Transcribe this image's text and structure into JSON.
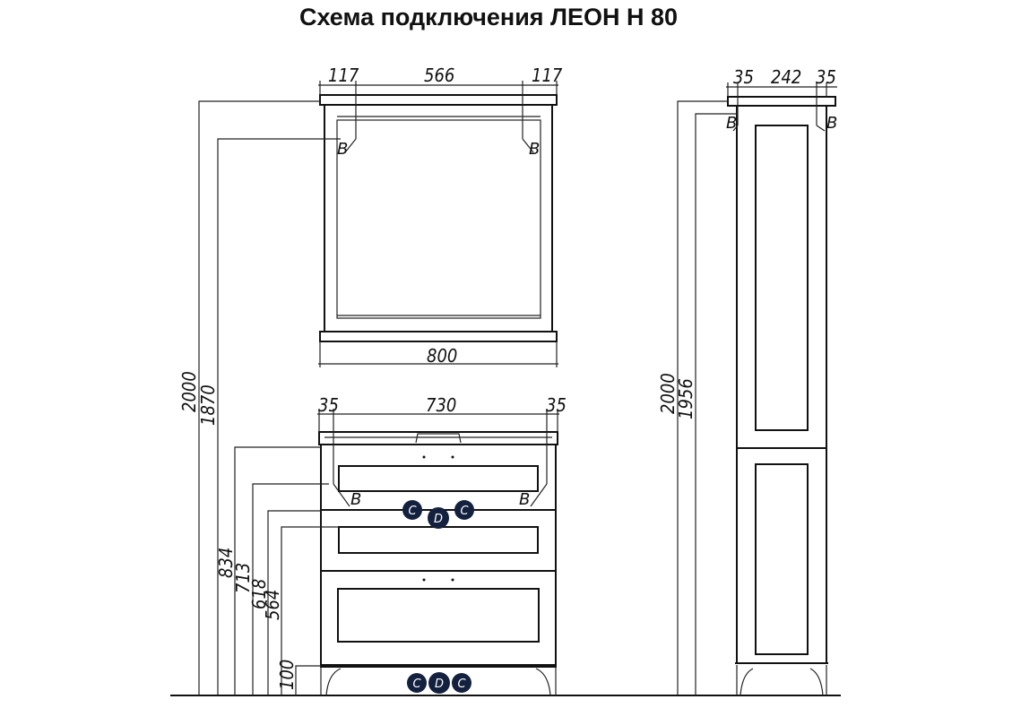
{
  "title": "Схема подключения ЛЕОН Н 80",
  "mirror": {
    "dims_top": [
      "117",
      "566",
      "117"
    ],
    "width": "800",
    "mount_marks": [
      "B",
      "B"
    ]
  },
  "vanity": {
    "dims_top": [
      "35",
      "730",
      "35"
    ],
    "mount_marks": [
      "B",
      "B"
    ],
    "connections_upper": [
      "C",
      "D",
      "C"
    ],
    "connections_lower": [
      "C",
      "D",
      "C"
    ]
  },
  "left_heights": [
    "2000",
    "1870",
    "834",
    "713",
    "618",
    "564",
    "100"
  ],
  "tall_cabinet": {
    "dims_top": [
      "35",
      "242",
      "35"
    ],
    "heights": [
      "2000",
      "1956"
    ],
    "mount_marks": [
      "B",
      "B"
    ]
  },
  "colors": {
    "connection_marker": "#13213f",
    "line": "#222222"
  }
}
